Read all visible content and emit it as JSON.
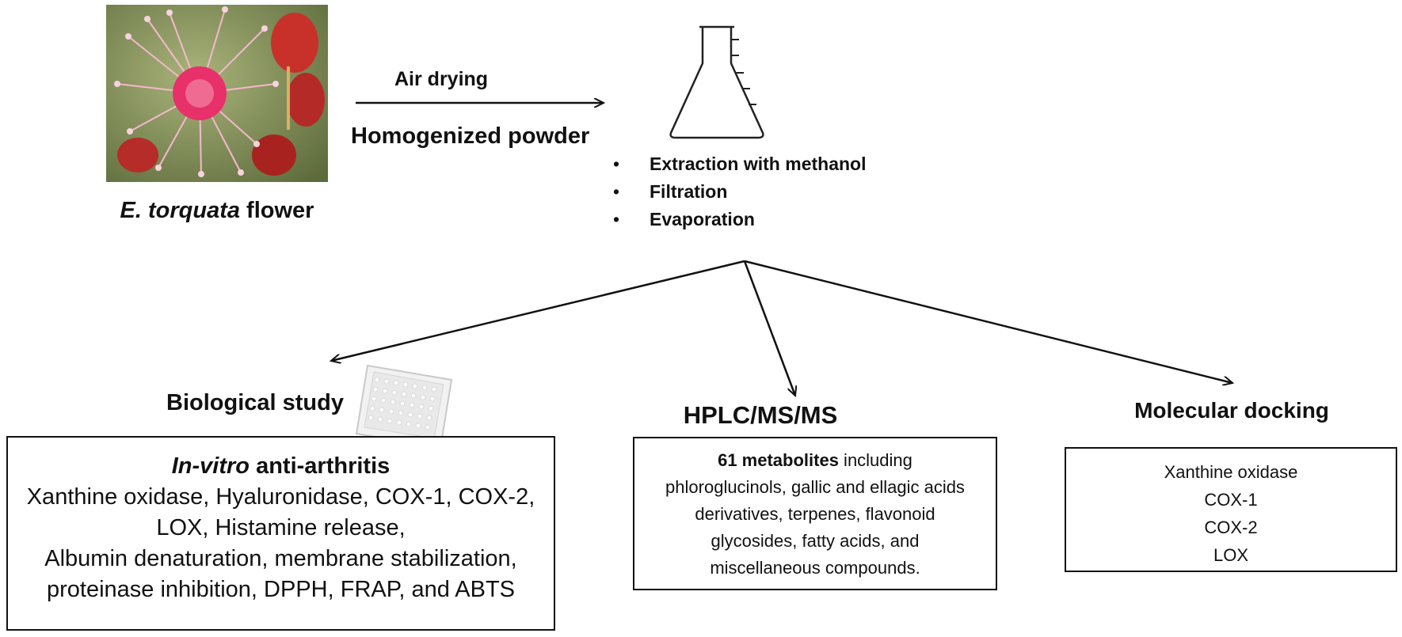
{
  "flower": {
    "caption_italic": "E. torquata",
    "caption_rest": " flower",
    "colors": {
      "petals": "#e8306a",
      "stamens": "#f3b6c8",
      "bud": "#c8312a",
      "background": "#7b8a55"
    }
  },
  "process_arrow": {
    "top_label": "Air drying",
    "bottom_label": "Homogenized powder"
  },
  "flask": {
    "icon": "erlenmeyer-flask-icon"
  },
  "extraction_steps": [
    "Extraction with methanol",
    "Filtration",
    "Evaporation"
  ],
  "biological_study": {
    "heading": "Biological study",
    "icon": "well-plate-icon",
    "box_title_italic": "In-vitro",
    "box_title_rest": " anti-arthritis",
    "lines": [
      "Xanthine oxidase, Hyaluronidase, COX-1, COX-2,",
      "LOX, Histamine release,",
      "Albumin denaturation, membrane stabilization,",
      "proteinase inhibition, DPPH, FRAP, and ABTS"
    ]
  },
  "hplc": {
    "heading": "HPLC/MS/MS",
    "lead_bold": "61 metabolites",
    "lead_rest": " including",
    "lines": [
      "phloroglucinols, gallic and ellagic acids",
      "derivatives, terpenes, flavonoid",
      "glycosides, fatty acids, and",
      "miscellaneous compounds."
    ]
  },
  "docking": {
    "heading": "Molecular docking",
    "targets": [
      "Xanthine oxidase",
      "COX-1",
      "COX-2",
      "LOX"
    ]
  }
}
